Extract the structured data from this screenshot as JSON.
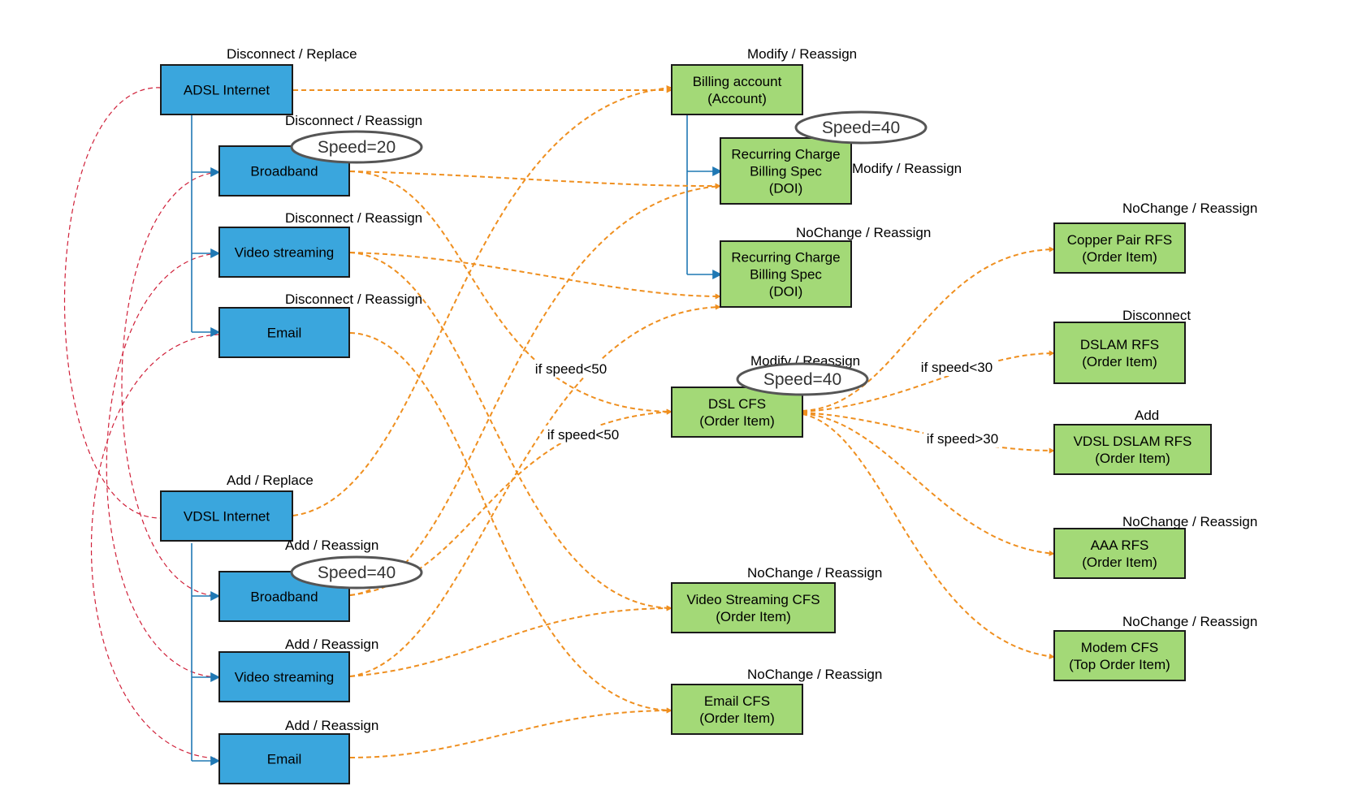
{
  "colors": {
    "blue_node": "#3aa6dd",
    "green_node": "#a3d977",
    "node_border": "#1a1a1a",
    "orange_link": "#ef8f1f",
    "red_link": "#d0213a",
    "tree_link": "#1f78b4",
    "annotation": "#d0213a",
    "badge_border": "#555555"
  },
  "nodes": {
    "adsl_internet": {
      "lines": [
        "ADSL Internet"
      ],
      "annotation": "Disconnect / Replace"
    },
    "adsl_broadband": {
      "lines": [
        "Broadband"
      ],
      "annotation": "Disconnect / Reassign",
      "badge": "Speed=20"
    },
    "adsl_video": {
      "lines": [
        "Video streaming"
      ],
      "annotation": "Disconnect / Reassign"
    },
    "adsl_email": {
      "lines": [
        "Email"
      ],
      "annotation": "Disconnect / Reassign"
    },
    "vdsl_internet": {
      "lines": [
        "VDSL Internet"
      ],
      "annotation": "Add / Replace"
    },
    "vdsl_broadband": {
      "lines": [
        "Broadband"
      ],
      "annotation": "Add / Reassign",
      "badge": "Speed=40"
    },
    "vdsl_video": {
      "lines": [
        "Video streaming"
      ],
      "annotation": "Add / Reassign"
    },
    "vdsl_email": {
      "lines": [
        "Email"
      ],
      "annotation": "Add / Reassign"
    },
    "billing_account": {
      "lines": [
        "Billing account",
        "(Account)"
      ],
      "annotation": "Modify / Reassign"
    },
    "rc_billing_1": {
      "lines": [
        "Recurring Charge",
        "Billing Spec",
        "(DOI)"
      ],
      "annotation": "Modify / Reassign",
      "badge": "Speed=40"
    },
    "rc_billing_2": {
      "lines": [
        "Recurring Charge",
        "Billing Spec",
        "(DOI)"
      ],
      "annotation": "NoChange / Reassign"
    },
    "dsl_cfs": {
      "lines": [
        "DSL CFS",
        "(Order Item)"
      ],
      "annotation": "Modify / Reassign",
      "badge": "Speed=40"
    },
    "video_cfs": {
      "lines": [
        "Video Streaming CFS",
        "(Order Item)"
      ],
      "annotation": "NoChange / Reassign"
    },
    "email_cfs": {
      "lines": [
        "Email CFS",
        "(Order Item)"
      ],
      "annotation": "NoChange / Reassign"
    },
    "copper_rfs": {
      "lines": [
        "Copper Pair RFS",
        "(Order Item)"
      ],
      "annotation": "NoChange / Reassign"
    },
    "dslam_rfs": {
      "lines": [
        "DSLAM RFS",
        "(Order Item)"
      ],
      "annotation": "Disconnect"
    },
    "vdsl_dslam_rfs": {
      "lines": [
        "VDSL DSLAM RFS",
        "(Order Item)"
      ],
      "annotation": "Add"
    },
    "aaa_rfs": {
      "lines": [
        "AAA RFS",
        "(Order Item)"
      ],
      "annotation": "NoChange / Reassign"
    },
    "modem_cfs": {
      "lines": [
        "Modem CFS",
        "(Top Order Item)"
      ],
      "annotation": "NoChange / Reassign"
    }
  },
  "conditions": {
    "c1": "if speed<50",
    "c2": "if speed<50",
    "c3": "if speed<30",
    "c4": "if speed>30"
  }
}
